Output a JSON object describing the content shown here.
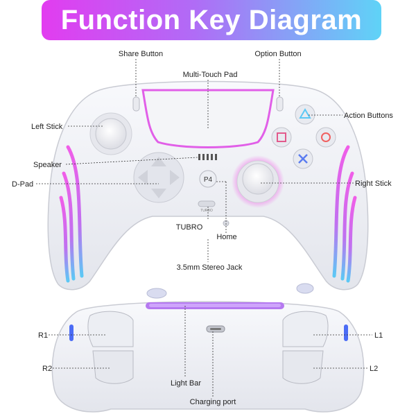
{
  "title": "Function Key Diagram",
  "labels": {
    "share_button": "Share Button",
    "option_button": "Option Button",
    "multi_touch_pad": "Multi-Touch Pad",
    "left_stick": "Left Stick",
    "action_buttons": "Action Buttons",
    "speaker": "Speaker",
    "d_pad": "D-Pad",
    "right_stick": "Right Stick",
    "tubro": "TUBRO",
    "home": "Home",
    "stereo_jack": "3.5mm Stereo Jack",
    "r1": "R1",
    "l1": "L1",
    "r2": "R2",
    "l2": "L2",
    "light_bar": "Light Bar",
    "charging_port": "Charging port"
  },
  "controller_markings": {
    "p4_button": "P4",
    "turbo_button": "TURBO"
  },
  "colors": {
    "banner_start": "#e23cf0",
    "banner_end": "#5fd3f7",
    "led_pink": "#f05ee8",
    "led_blue": "#5cc8f5",
    "controller_body": "#eef0f5"
  }
}
